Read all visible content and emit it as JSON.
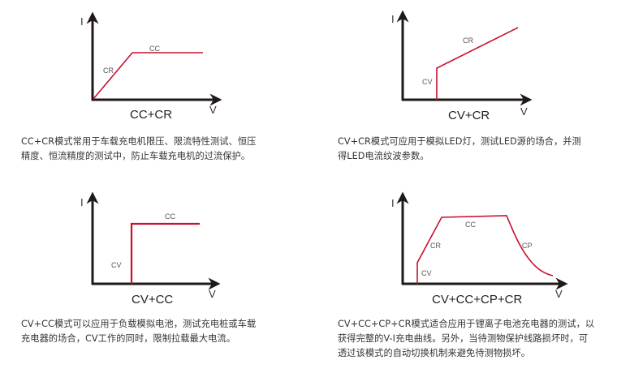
{
  "colors": {
    "axis": "#1f1a17",
    "curve": "#c8102e",
    "text": "#333333"
  },
  "panels": [
    {
      "title": "CC+CR",
      "axis_y": "I",
      "axis_x": "V",
      "segments": [
        "CR",
        "CC"
      ],
      "description_lines": [
        "CC+CR模式常用于车载充电机限压、限流特性测试、恒压",
        "精度、恒流精度的测试中，防止车载充电机的过流保护。"
      ]
    },
    {
      "title": "CV+CR",
      "axis_y": "I",
      "axis_x": "V",
      "segments": [
        "CV",
        "CR"
      ],
      "description_lines": [
        "CV+CR模式可应用于模拟LED灯，测试LED源的场合，并测",
        "得LED电流纹波参数。"
      ]
    },
    {
      "title": "CV+CC",
      "axis_y": "I",
      "axis_x": "V",
      "segments": [
        "CV",
        "CC"
      ],
      "description_lines": [
        "CV+CC模式可以应用于负载模拟电池，测试充电桩或车载",
        "充电器的场合，CV工作的同时，限制拉载最大电流。"
      ]
    },
    {
      "title": "CV+CC+CP+CR",
      "axis_y": "I",
      "axis_x": "V",
      "segments": [
        "CV",
        "CR",
        "CC",
        "CP"
      ],
      "description_lines": [
        "CV+CC+CP+CR模式适合应用于锂离子电池充电器的测试，以",
        "获得完整的V-I充电曲线。另外，当待测物保护线路损坏时，可",
        "透过该模式的自动切换机制来避免待测物损坏。"
      ]
    }
  ],
  "chart_data": [
    {
      "type": "line",
      "title": "CC+CR",
      "xlabel": "V",
      "ylabel": "I",
      "series": [
        {
          "name": "CC+CR",
          "points": [
            [
              0,
              0
            ],
            [
              49,
              58
            ],
            [
              136,
              58
            ]
          ]
        }
      ],
      "annotations": [
        {
          "text": "CR",
          "segment": "rising line from origin"
        },
        {
          "text": "CC",
          "segment": "horizontal line"
        }
      ]
    },
    {
      "type": "line",
      "title": "CV+CR",
      "xlabel": "V",
      "ylabel": "I",
      "series": [
        {
          "name": "CV+CR",
          "points": [
            [
              42,
              0
            ],
            [
              42,
              39
            ],
            [
              142,
              89
            ]
          ]
        }
      ],
      "annotations": [
        {
          "text": "CV",
          "segment": "vertical line"
        },
        {
          "text": "CR",
          "segment": "sloped line"
        }
      ]
    },
    {
      "type": "line",
      "title": "CV+CC",
      "xlabel": "V",
      "ylabel": "I",
      "series": [
        {
          "name": "CV+CC",
          "points": [
            [
              48,
              0
            ],
            [
              48,
              74
            ],
            [
              132,
              74
            ]
          ]
        }
      ],
      "annotations": [
        {
          "text": "CV",
          "segment": "vertical line"
        },
        {
          "text": "CC",
          "segment": "horizontal line"
        }
      ]
    },
    {
      "type": "line",
      "title": "CV+CC+CP+CR",
      "xlabel": "V",
      "ylabel": "I",
      "series": [
        {
          "name": "CV+CC+CP+CR",
          "points": [
            [
              18,
              0
            ],
            [
              18,
              26
            ],
            [
              48,
              82
            ],
            [
              128,
              84
            ],
            [
              150,
              40
            ],
            [
              185,
              10
            ]
          ]
        }
      ],
      "annotations": [
        {
          "text": "CV"
        },
        {
          "text": "CR"
        },
        {
          "text": "CC"
        },
        {
          "text": "CP"
        }
      ]
    }
  ]
}
